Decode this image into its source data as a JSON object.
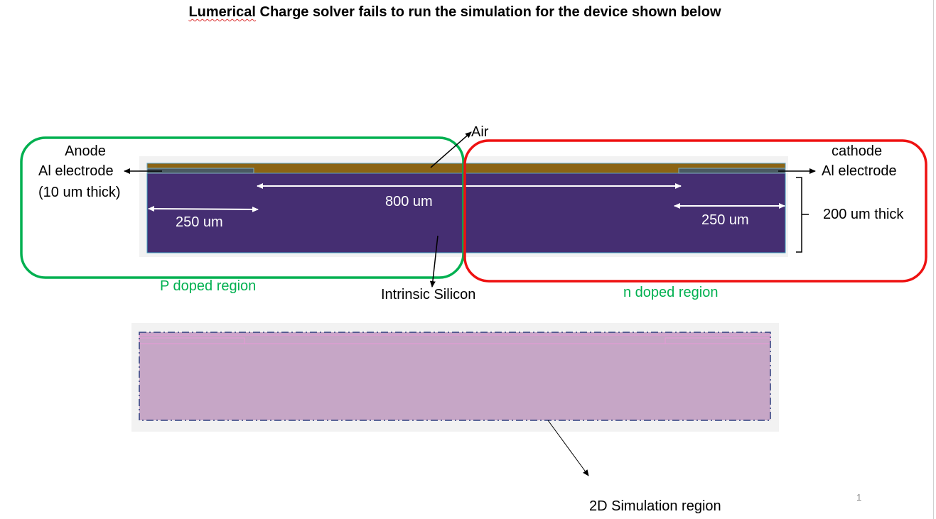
{
  "title": {
    "prefix": "Lumerical",
    "rest": " Charge solver fails to run the simulation for the device shown below"
  },
  "labels": {
    "air": "Air",
    "anode": "Anode",
    "anode_electrode": "Al electrode",
    "anode_thickness": "(10 um thick)",
    "cathode": "cathode",
    "cathode_electrode": "Al electrode",
    "width_800": "800 um",
    "width_250_left": "250 um",
    "width_250_right": "250 um",
    "thickness_200": "200 um thick",
    "p_region": "P doped region",
    "n_region": "n doped region",
    "intrinsic": "Intrinsic Silicon",
    "simulation_region": "2D Simulation region"
  },
  "page_number": "1",
  "colors": {
    "silicon": "#452e72",
    "air_layer": "#8b6414",
    "electrode": "#4a5a62",
    "p_outline": "#00b050",
    "n_outline": "#ee1111",
    "sim_fill": "#c6a6c6",
    "sim_border": "#2e3f7f",
    "panel_bg": "#f2f2f2"
  }
}
